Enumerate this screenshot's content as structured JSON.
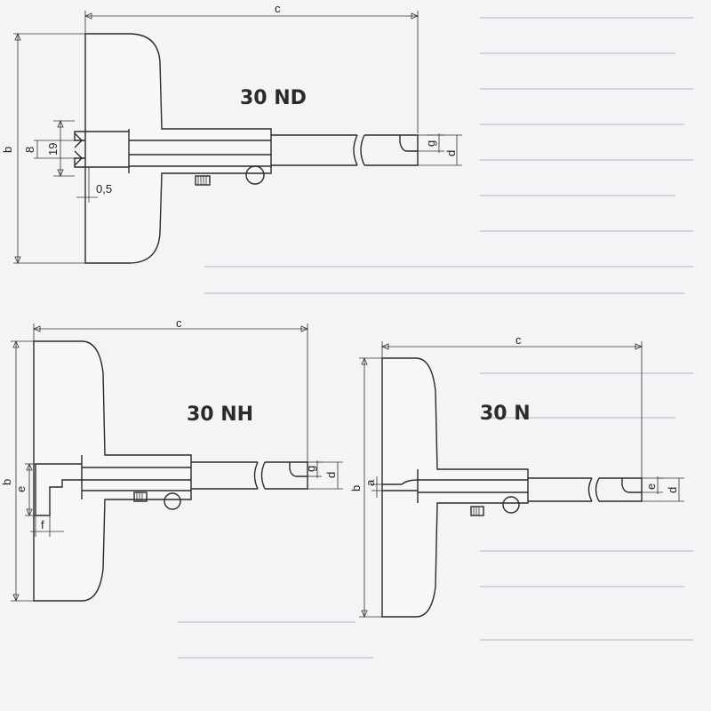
{
  "colors": {
    "line": "#2a2a2a",
    "paper": "#f4f4f6"
  },
  "diagrams": {
    "nd": {
      "title": "30 ND",
      "dims": {
        "c": "c",
        "b": "b",
        "g": "g",
        "d": "d",
        "h8": "8",
        "h19": "19",
        "w05": "0,5"
      }
    },
    "nh": {
      "title": "30 NH",
      "dims": {
        "c": "c",
        "b": "b",
        "e": "e",
        "f": "f",
        "g": "g",
        "d": "d"
      }
    },
    "n": {
      "title": "30 N",
      "dims": {
        "c": "c",
        "b": "b",
        "a": "a",
        "e": "e",
        "d": "d"
      }
    }
  }
}
